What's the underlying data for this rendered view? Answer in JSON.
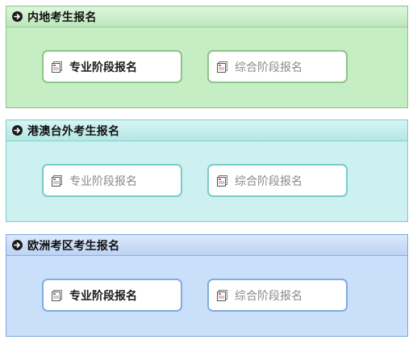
{
  "panels": [
    {
      "title": "内地考生报名",
      "buttons": [
        {
          "label": "专业阶段报名",
          "enabled": true
        },
        {
          "label": "综合阶段报名",
          "enabled": false
        }
      ]
    },
    {
      "title": "港澳台外考生报名",
      "buttons": [
        {
          "label": "专业阶段报名",
          "enabled": false
        },
        {
          "label": "综合阶段报名",
          "enabled": false
        }
      ]
    },
    {
      "title": "欧洲考区考生报名",
      "buttons": [
        {
          "label": "专业阶段报名",
          "enabled": true
        },
        {
          "label": "综合阶段报名",
          "enabled": false
        }
      ]
    }
  ],
  "icons": {
    "header": "arrow-right-circle-icon",
    "button": "document-icon"
  },
  "colors": {
    "mainland_bg": "#c6eec4",
    "hkmt_bg": "#ccf1f0",
    "europe_bg": "#cadffa",
    "label_enabled": "#1a1a1a",
    "label_disabled": "#8a8a8a"
  }
}
